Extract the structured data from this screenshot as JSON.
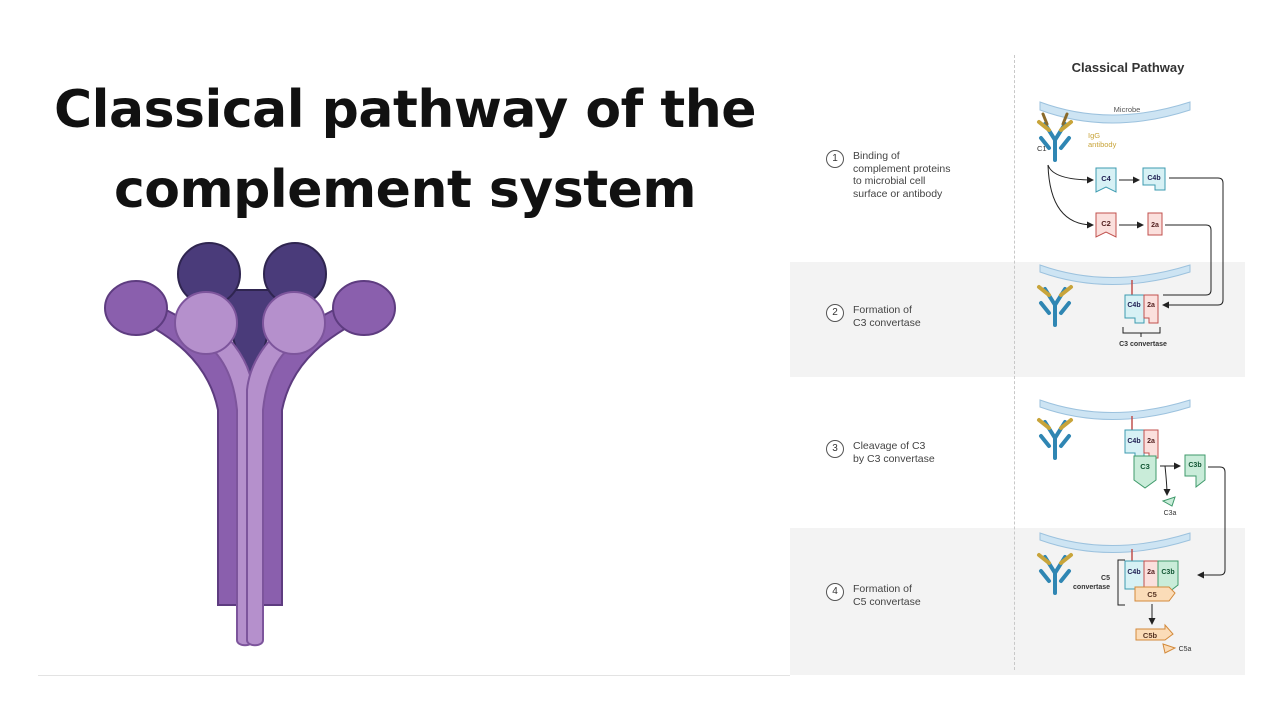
{
  "title": {
    "line1": "Classical pathway of the",
    "line2": "complement system"
  },
  "panel": {
    "title": "Classical Pathway",
    "steps": [
      {
        "num": "1",
        "text": "Binding of\ncomplement proteins\nto microbial cell\nsurface or antibody"
      },
      {
        "num": "2",
        "text": "Formation of\nC3 convertase"
      },
      {
        "num": "3",
        "text": "Cleavage of C3\nby C3 convertase"
      },
      {
        "num": "4",
        "text": "Formation of\nC5 convertase"
      }
    ],
    "labels": {
      "microbe": "Microbe",
      "c1": "C1",
      "igg_line1": "IgG",
      "igg_line2": "antibody",
      "c4": "C4",
      "c4b": "C4b",
      "c2": "C2",
      "c2a": "2a",
      "c3_convertase": "C3 convertase",
      "c3": "C3",
      "c3b": "C3b",
      "c3a": "C3a",
      "c5_convertase_line1": "C5",
      "c5_convertase_line2": "convertase",
      "c5": "C5",
      "c5b": "C5b",
      "c5a": "C5a"
    }
  },
  "colors": {
    "antibody_dark": "#4a3b7a",
    "antibody_mid": "#8a5fad",
    "antibody_light": "#b590cc",
    "c4_fill": "#d7f1f5",
    "c4_stroke": "#3d9bb0",
    "c2_fill": "#fbe0dd",
    "c2_stroke": "#c0504d",
    "c3_fill": "#c9ecd9",
    "c3_stroke": "#3f9a6b",
    "c5_fill": "#fbdcb8",
    "c5_stroke": "#d38a3b",
    "membrane": "#cde4f3",
    "igg": "#2f86b3",
    "c1": "#c8a43a"
  }
}
